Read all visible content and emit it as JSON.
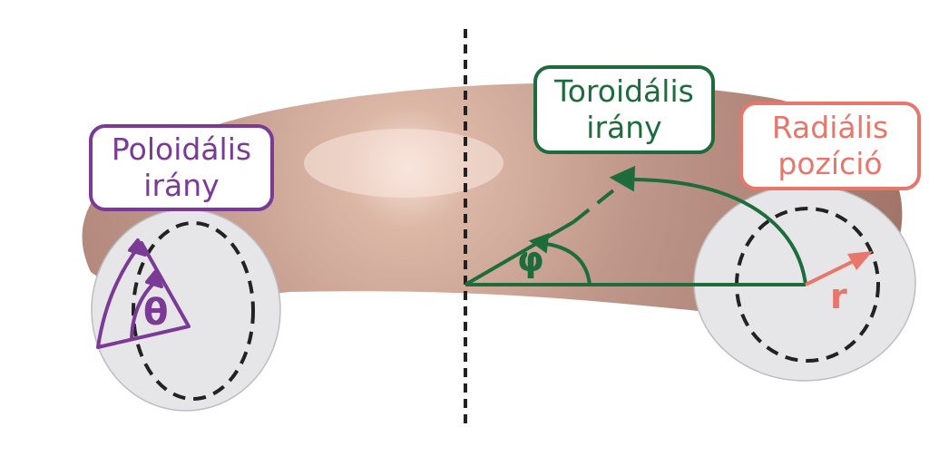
{
  "labels": {
    "poloidal": {
      "line1": "Poloidális",
      "line2": "irány"
    },
    "toroidal": {
      "line1": "Toroidális",
      "line2": "irány"
    },
    "radial": {
      "line1": "Radiális",
      "line2": "pozíció"
    }
  },
  "symbols": {
    "theta": "θ",
    "phi": "φ",
    "r": "r"
  },
  "colors": {
    "poloidal": "#7b3a96",
    "toroidal": "#1e6b3c",
    "radial": "#e8766a",
    "torus": "#b48b7c",
    "cross_section": "#e6e6e8",
    "axis": "#222222"
  }
}
